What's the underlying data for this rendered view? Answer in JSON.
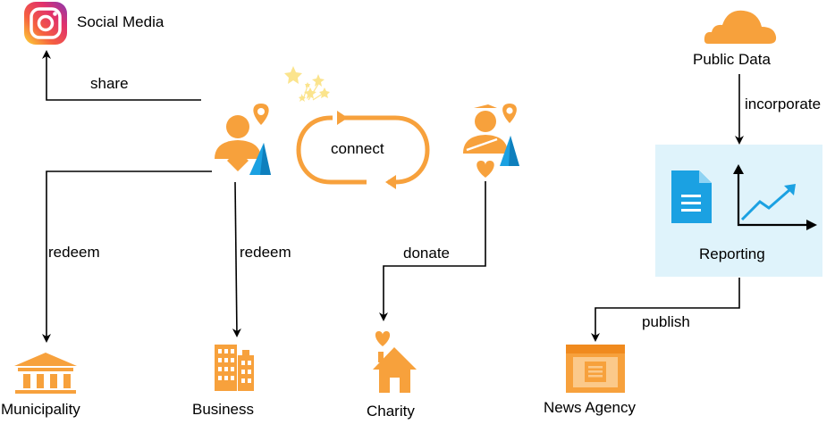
{
  "diagram": {
    "nodes": {
      "social_media": "Social Media",
      "public_data": "Public Data",
      "reporting": "Reporting",
      "municipality": "Municipality",
      "business": "Business",
      "charity": "Charity",
      "news_agency": "News Agency"
    },
    "edges": {
      "share": "share",
      "connect": "connect",
      "redeem_municipality": "redeem",
      "redeem_business": "redeem",
      "donate": "donate",
      "incorporate": "incorporate",
      "publish": "publish"
    },
    "colors": {
      "orange": "#f7a13c",
      "deep_orange": "#f08a1e",
      "blue": "#1ba1e2",
      "reporting_bg": "#dff3fb",
      "star_yellow": "#fbe48d",
      "instagram_pink": "#e1306c"
    },
    "icons": [
      "instagram-icon",
      "cloud-icon",
      "user-location-icon",
      "fireworks-icon",
      "cycle-arrows-icon",
      "volunteer-heart-icon",
      "document-icon",
      "chart-icon",
      "bank-icon",
      "buildings-icon",
      "house-heart-icon",
      "newspaper-icon"
    ]
  }
}
